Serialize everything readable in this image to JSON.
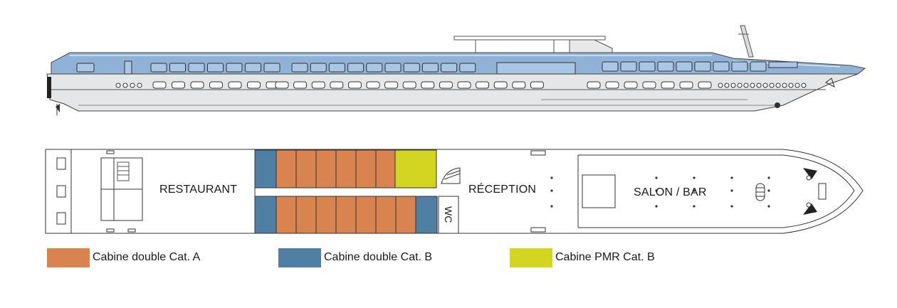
{
  "colors": {
    "cat_a": "#d9834f",
    "cat_b": "#4f7fa3",
    "pmr_b": "#d2d620",
    "hull_blue": "#8fb2d6",
    "window_blue": "#a9c6e6",
    "line": "#333333"
  },
  "deck_plan": {
    "rooms": {
      "restaurant": "RESTAURANT",
      "reception": "RÉCEPTION",
      "salon_bar": "SALON / BAR",
      "wc": "WC"
    }
  },
  "legend": [
    {
      "label": "Cabine double Cat. A",
      "color_key": "cat_a"
    },
    {
      "label": "Cabine double Cat. B",
      "color_key": "cat_b"
    },
    {
      "label": "Cabine PMR Cat. B",
      "color_key": "pmr_b"
    }
  ],
  "cabins": {
    "top_row": [
      "cat_b",
      "cat_a",
      "cat_a",
      "cat_a",
      "cat_a",
      "cat_a",
      "cat_a",
      "pmr_b"
    ],
    "bottom_row": [
      "cat_b",
      "cat_a",
      "cat_a",
      "cat_a",
      "cat_a",
      "cat_a",
      "cat_a",
      "cat_a",
      "cat_b"
    ]
  }
}
